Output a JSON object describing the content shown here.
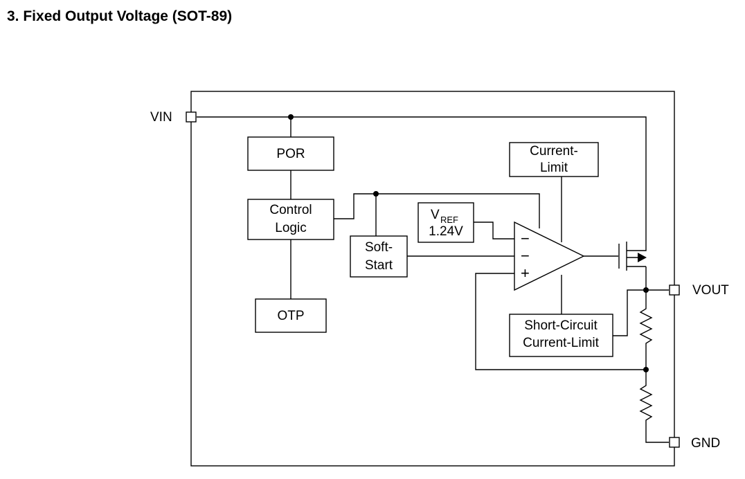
{
  "title": "3. Fixed Output Voltage (SOT-89)",
  "pins": {
    "vin": "VIN",
    "vout": "VOUT",
    "gnd": "GND"
  },
  "blocks": {
    "por": "POR",
    "control_logic": [
      "Control",
      "Logic"
    ],
    "otp": "OTP",
    "soft_start": [
      "Soft-",
      "Start"
    ],
    "vref_main": "V",
    "vref_sub": "REF",
    "vref_value": "1.24V",
    "current_limit": [
      "Current-",
      "Limit"
    ],
    "short_circuit": [
      "Short-Circuit",
      "Current-Limit"
    ]
  },
  "opamp_signs": {
    "minus1": "−",
    "minus2": "−",
    "plus": "+"
  }
}
